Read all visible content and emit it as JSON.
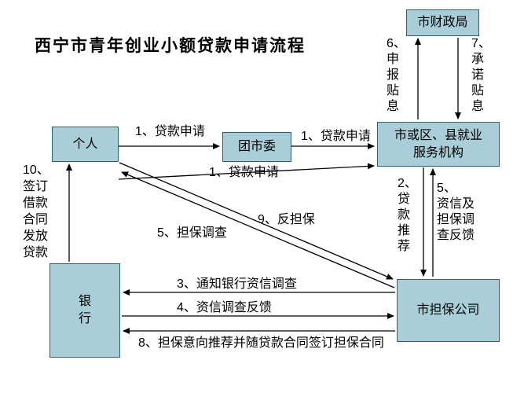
{
  "title": "西宁市青年创业小额贷款申请流程",
  "boxes": {
    "finance_bureau": "市财政局",
    "individual": "个人",
    "youth_league": "团市委",
    "employment_agency": "市或区、县就业\n服务机构",
    "bank": "银\n行",
    "guarantee_company": "市担保公司"
  },
  "labels": {
    "step1_apply_a": "1、贷款申请",
    "step1_apply_b": "1、贷款申请",
    "step1_apply_c": "1、贷款申请",
    "step6_subsidy_apply": "6、\n申\n报\n贴\n息",
    "step7_subsidy_promise": "7、\n承\n诺\n贴\n息",
    "step2_loan_recommend": "2、\n贷\n款\n推\n荐",
    "step5_credit_guarantee_feedback": "5、\n资信及\n担保调\n查反馈",
    "step10_sign_contract": "10、\n签订\n借款\n合同\n发放\n贷款",
    "step9_counter_guarantee": "9、反担保",
    "step5_guarantee_survey": "5、担保调查",
    "step3_notify_bank": "3、通知银行资信调查",
    "step4_credit_feedback": "4、资信调查反馈",
    "step8_guarantee_intent": "8、担保意向推荐并随贷款合同签订担保合同"
  },
  "colors": {
    "background": "#ffffff",
    "box_fill": "#a9ced7",
    "box_border": "#31606c",
    "arrow": "#000000"
  }
}
